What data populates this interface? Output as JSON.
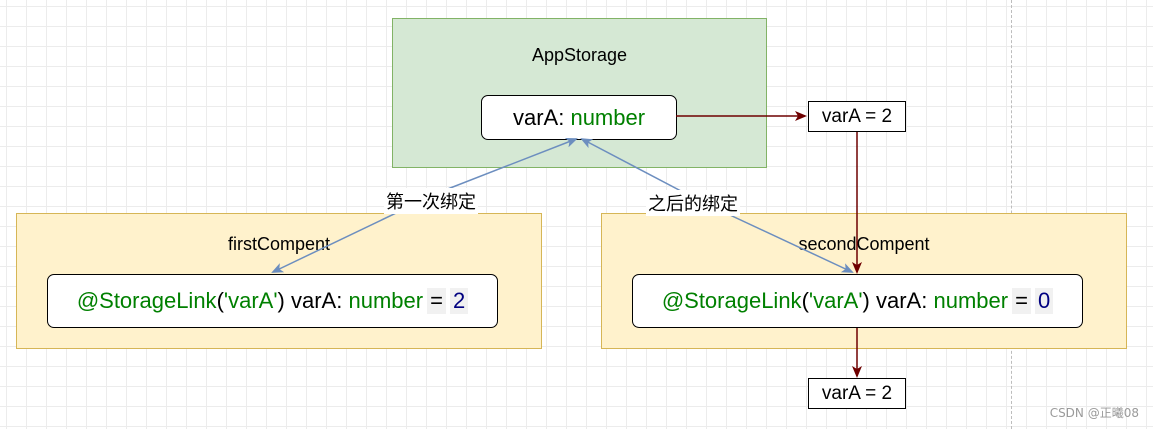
{
  "app_storage": {
    "title": "AppStorage",
    "var_name": "varA",
    "colon": ":",
    "type": "number"
  },
  "first_component": {
    "title": "firstCompent",
    "decorator": "@StorageLink",
    "open_paren": "(",
    "arg": "'varA'",
    "close_paren": ")",
    "var_name": "varA",
    "colon": ":",
    "type": "number",
    "equals": "=",
    "value": "2"
  },
  "second_component": {
    "title": "secondCompent",
    "decorator": "@StorageLink",
    "open_paren": "(",
    "arg": "'varA'",
    "close_paren": ")",
    "var_name": "varA",
    "colon": ":",
    "type": "number",
    "equals": "=",
    "value": "0"
  },
  "value_box_top": "varA = 2",
  "value_box_bottom": "varA = 2",
  "edge_labels": {
    "first_binding": "第一次绑定",
    "later_binding": "之后的绑定"
  },
  "colors": {
    "binding_arrow": "#6c8ebf",
    "flow_arrow": "#6f0000",
    "green_fill": "#d5e8d4",
    "yellow_fill": "#fff2cc"
  },
  "watermark": "CSDN @正曦08"
}
